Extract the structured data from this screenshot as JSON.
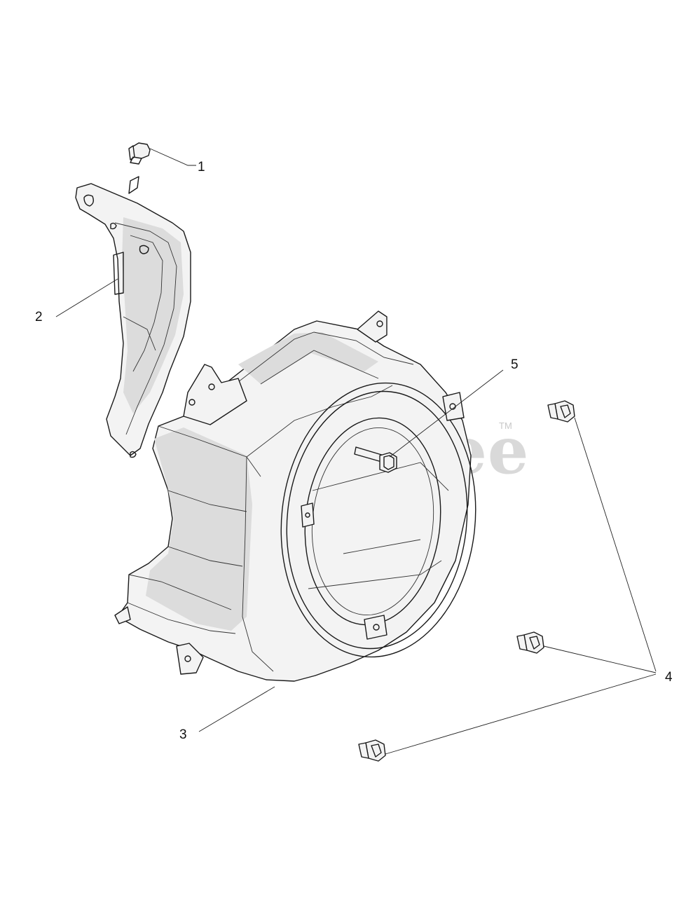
{
  "diagram": {
    "watermark": "PartsTree",
    "trademark": "TM",
    "callouts": [
      {
        "id": "1",
        "label": "1"
      },
      {
        "id": "2",
        "label": "2"
      },
      {
        "id": "3",
        "label": "3"
      },
      {
        "id": "4",
        "label": "4"
      },
      {
        "id": "5",
        "label": "5"
      }
    ]
  }
}
